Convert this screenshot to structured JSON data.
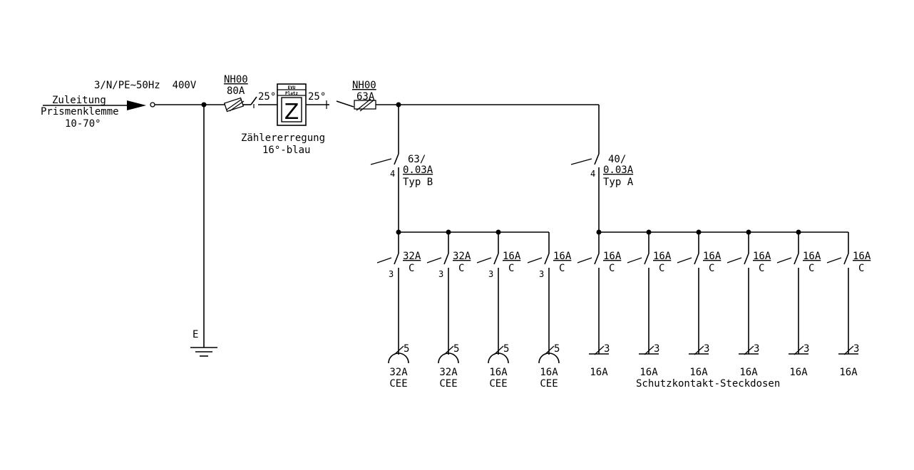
{
  "supply": {
    "title": "3/N/PE~50Hz  400V",
    "feeder_line1": "Zuleitung",
    "feeder_line2": "Prismenklemme",
    "feeder_line3": "10-70°"
  },
  "main_fuse": {
    "type": "NH00",
    "rating": "80A"
  },
  "earth": {
    "label": "E"
  },
  "meter": {
    "wire_in": "25°",
    "wire_out": "25°",
    "box_top": "EVU",
    "box_mid": "Platz",
    "symbol": "Z",
    "caption1": "Zählererregung",
    "caption2": "16°-blau"
  },
  "sub_fuse": {
    "type": "NH00",
    "rating": "63A"
  },
  "rcds": [
    {
      "rating": "63/",
      "trip": "0.03A",
      "type": "Typ B",
      "poles": "4"
    },
    {
      "rating": "40/",
      "trip": "0.03A",
      "type": "Typ A",
      "poles": "4"
    }
  ],
  "breakers": [
    {
      "rating": "32A",
      "curve": "C",
      "poles": "3",
      "outlet_wires": "5",
      "outlet_rating": "32A",
      "outlet_type": "CEE"
    },
    {
      "rating": "32A",
      "curve": "C",
      "poles": "3",
      "outlet_wires": "5",
      "outlet_rating": "32A",
      "outlet_type": "CEE"
    },
    {
      "rating": "16A",
      "curve": "C",
      "poles": "3",
      "outlet_wires": "5",
      "outlet_rating": "16A",
      "outlet_type": "CEE"
    },
    {
      "rating": "16A",
      "curve": "C",
      "poles": "3",
      "outlet_wires": "5",
      "outlet_rating": "16A",
      "outlet_type": "CEE"
    },
    {
      "rating": "16A",
      "curve": "C",
      "poles": "",
      "outlet_wires": "3",
      "outlet_rating": "16A",
      "outlet_type": ""
    },
    {
      "rating": "16A",
      "curve": "C",
      "poles": "",
      "outlet_wires": "3",
      "outlet_rating": "16A",
      "outlet_type": ""
    },
    {
      "rating": "16A",
      "curve": "C",
      "poles": "",
      "outlet_wires": "3",
      "outlet_rating": "16A",
      "outlet_type": ""
    },
    {
      "rating": "16A",
      "curve": "C",
      "poles": "",
      "outlet_wires": "3",
      "outlet_rating": "16A",
      "outlet_type": ""
    },
    {
      "rating": "16A",
      "curve": "C",
      "poles": "",
      "outlet_wires": "3",
      "outlet_rating": "16A",
      "outlet_type": ""
    },
    {
      "rating": "16A",
      "curve": "C",
      "poles": "",
      "outlet_wires": "3",
      "outlet_rating": "16A",
      "outlet_type": ""
    }
  ],
  "schuko_caption": "Schutzkontakt-Steckdosen"
}
